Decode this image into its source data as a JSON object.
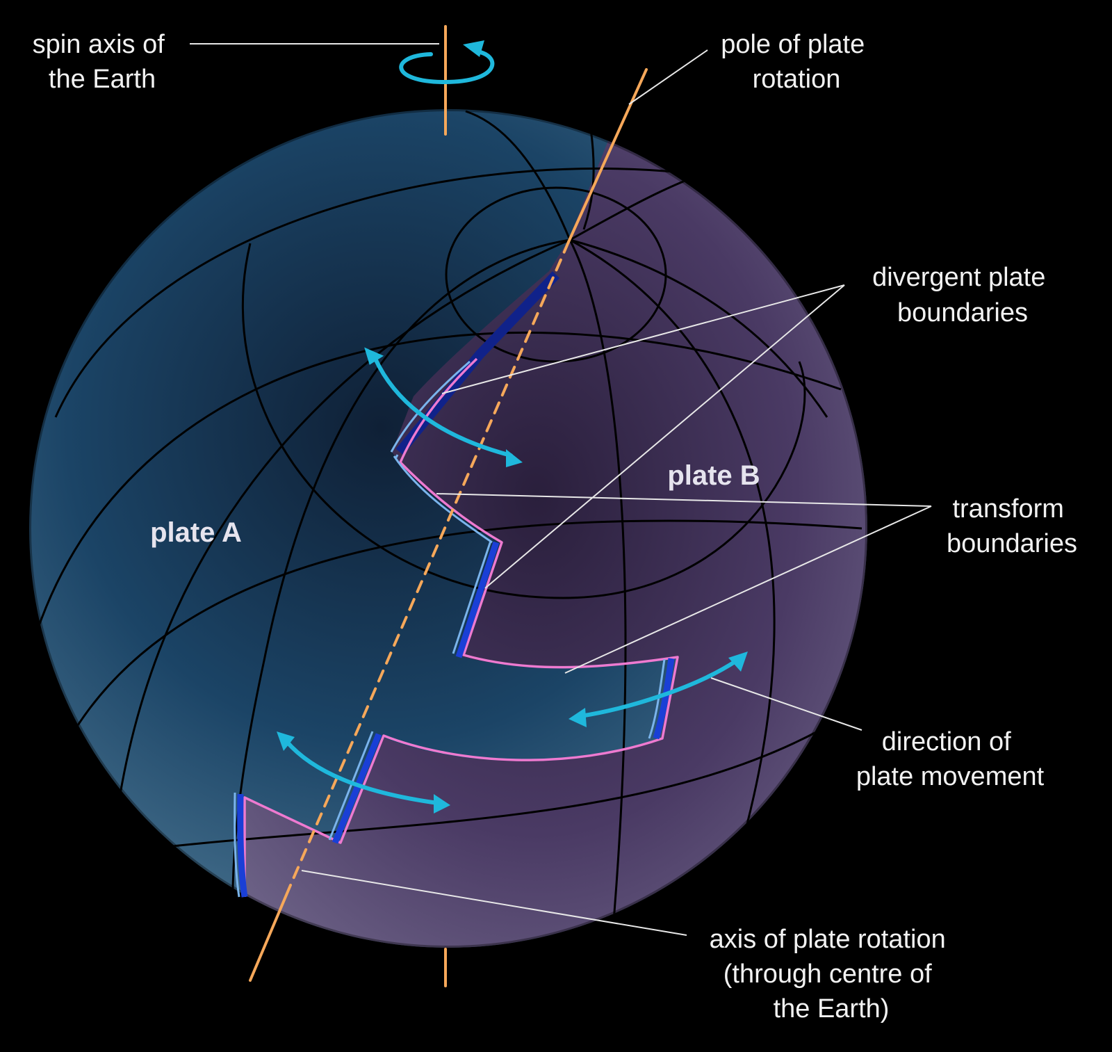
{
  "labels": {
    "spin_axis": [
      "spin axis of",
      "the Earth"
    ],
    "pole_of_rotation": [
      "pole of plate",
      "rotation"
    ],
    "divergent": [
      "divergent plate",
      "boundaries"
    ],
    "transform": [
      "transform",
      "boundaries"
    ],
    "direction": [
      "direction of",
      "plate movement"
    ],
    "axis_rotation": [
      "axis of plate rotation",
      "(through centre of",
      "the Earth)"
    ],
    "plate_a": "plate A",
    "plate_b": "plate B"
  },
  "colors": {
    "background": "#000000",
    "plate_a": "#1d4a6b",
    "plate_b": "#4c3d66",
    "axis": "#f6a85a",
    "movement_arrow": "#1fb8dc",
    "transform_boundary": "#ee7ad0",
    "divergent_boundary": "#1a3fd6"
  }
}
